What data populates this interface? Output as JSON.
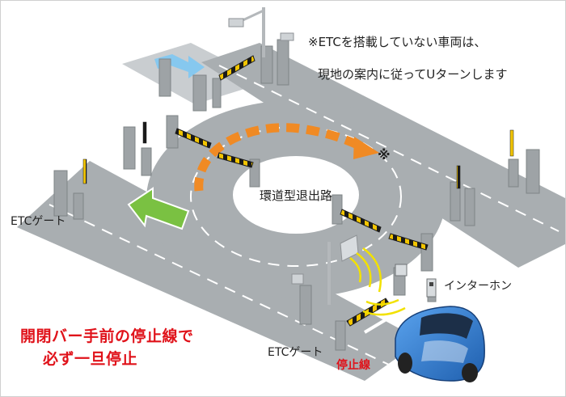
{
  "note": {
    "line1": "※ETCを搭載していない車両は、",
    "line2": "現地の案内に従ってUターンします"
  },
  "note_marker": "※",
  "roundabout_label": "環道型退出路",
  "gate_left_label": "ETCゲート",
  "gate_bottom_label": "ETCゲート",
  "intercom_label": "インターホン",
  "stop_line_label": "停止線",
  "warning": {
    "line1": "開閉バー手前の停止線で",
    "line2": "必ず一旦停止"
  },
  "colors": {
    "road": "#a9aeb1",
    "ring_island": "#ffffff",
    "arrow_green": "#7ac142",
    "arrow_orange": "#f08a24",
    "arrow_blue": "#86c8ef",
    "warning_red": "#e0121a",
    "car_blue": "#2f7fd6",
    "bar_yellow": "#f2c500"
  },
  "icons": [
    "green-arrow",
    "orange-dashed-arrow",
    "blue-arrow",
    "car",
    "intercom",
    "camera",
    "lamp-post"
  ]
}
